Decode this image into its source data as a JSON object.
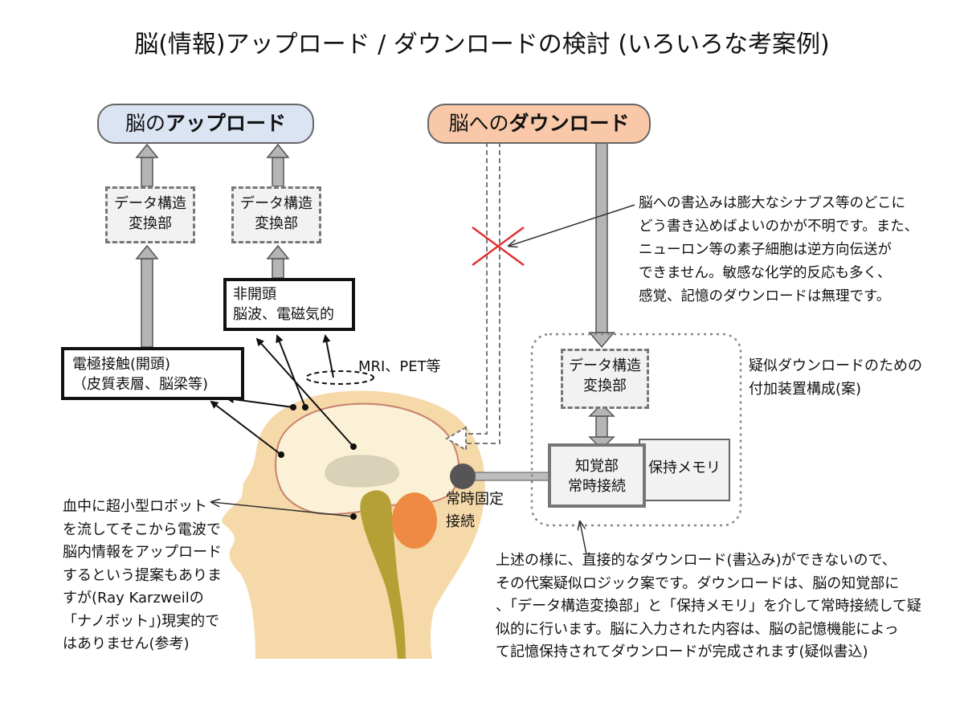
{
  "title": "脳(情報)アップロード / ダウンロードの検討 (いろいろな考案例)",
  "upload_header": {
    "prefix": "脳の",
    "bold": "アップロード"
  },
  "download_header": {
    "prefix": "脳への",
    "bold": "ダウンロード"
  },
  "data_converter_label": "データ構造\n変換部",
  "noninvasive_box": "非開頭\n脳波、電磁気的",
  "electrode_box": "電極接触(開頭)\n（皮質表層、脳梁等)",
  "mri_label": "MRI、PET等",
  "download_note": "脳への書込みは膨大なシナプス等のどこに\nどう書き込めばよいのかが不明です。また、\nニューロン等の素子細胞は逆方向伝送が\nできません。敏感な化学的反応も多く、\n感覚、記憶のダウンロードは無理です。",
  "pseudo_device_label": "疑似ダウンロードのための\n付加装置構成(案)",
  "perception_box": "知覚部\n常時接続",
  "memory_box": "保持メモリ",
  "fixed_connection_label": "常時固定\n接続",
  "nanobot_note": "血中に超小型ロボット\nを流してそこから電波で\n脳内情報をアップロード\nするという提案もありま\nすが(Ray Karzweilの\n「ナノボット」)現実的で\nはありません(参考)",
  "bottom_note": "上述の様に、直接的なダウンロード(書込み)ができないので、\nその代案疑似ロジック案です。ダウンロードは、脳の知覚部に\n、「データ構造変換部」と「保持メモリ」を介して常時接続して疑\n似的に行います。脳に入力された内容は、脳の記憶機能によっ\nて記憶保持されてダウンロードが完成されます(疑似書込)",
  "colors": {
    "upload_fill": "#dbe4f3",
    "download_fill": "#f8c8a8",
    "skin": "#f5d9a8",
    "brain": "#fbf1d6",
    "cross": "#e03030"
  }
}
